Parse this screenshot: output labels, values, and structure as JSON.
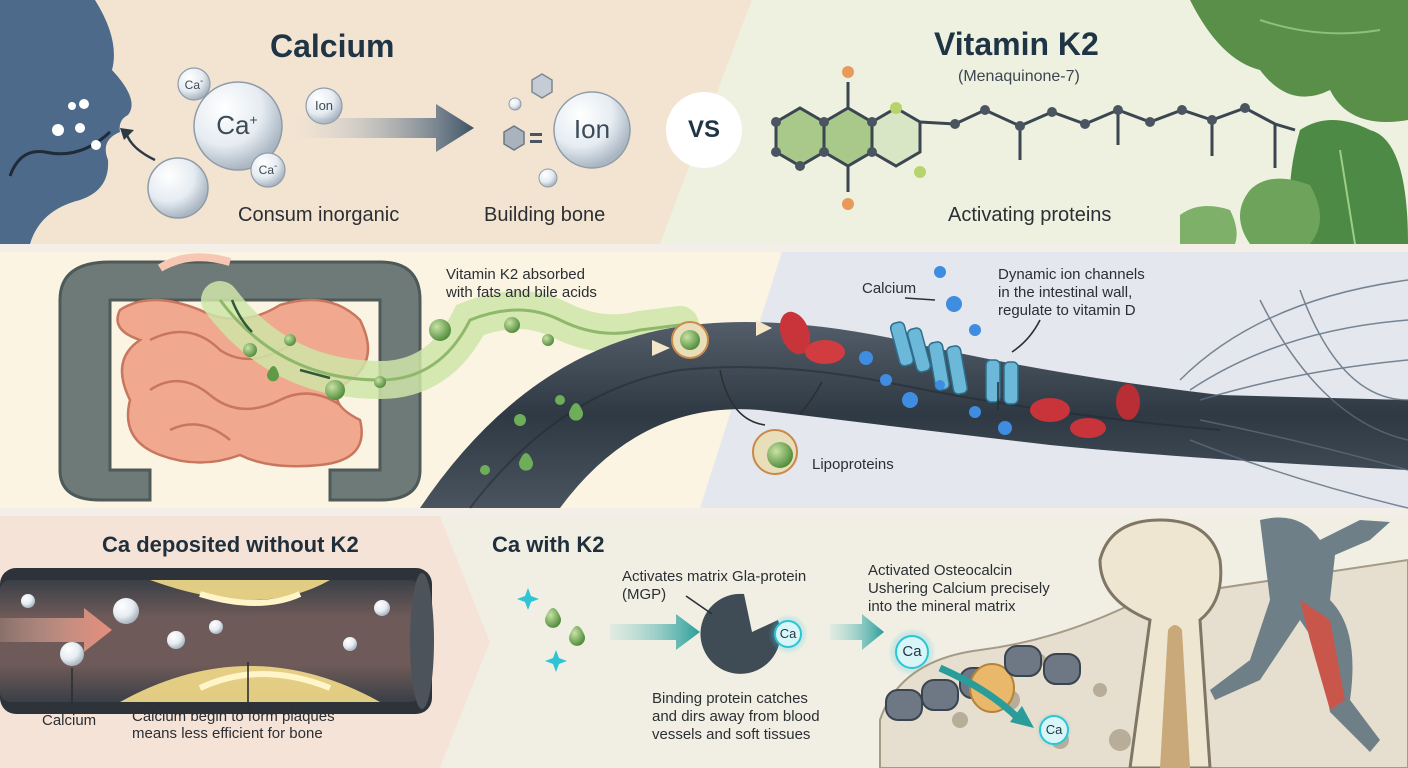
{
  "calcium_panel": {
    "title": "Calcium",
    "ions": [
      "Ca",
      "Ca",
      "Ca",
      "Ion",
      "Ion"
    ],
    "ion_charges": [
      "-",
      "+",
      "-"
    ],
    "label_left": "Consum inorganic",
    "label_right": "Building bone"
  },
  "vs_label": "VS",
  "k2_panel": {
    "title": "Vitamin K2",
    "subtitle": "(Menaquinone-7)",
    "label": "Activating proteins"
  },
  "absorption_panel": {
    "k2_absorption": "Vitamin K2 absorbed\nwith fats and bile acids",
    "calcium": "Calcium",
    "ion_channels": "Dynamic ion channels\nin the intestinal wall,\nregulate to vitamin D",
    "lipoproteins": "Lipoproteins"
  },
  "without_k2_panel": {
    "title": "Ca deposited without K2",
    "calcium": "Calcium",
    "plaques": "Calcium begin to form plaques\nmeans less efficient for bone"
  },
  "with_k2_panel": {
    "title": "Ca with K2",
    "mgp": "Activates matrix Gla-protein\n(MGP)",
    "binding": "Binding protein catches\nand dirs away from blood\nvessels and soft tissues",
    "osteocalcin": "Activated Osteocalcin\nUshering Calcium precisely\ninto the mineral matrix",
    "ca_token": "Ca"
  },
  "colors": {
    "calcium_bg": "#f3e4d2",
    "k2_bg": "#eef1e0",
    "gut_bg": "#fbf4e3",
    "vessel_bg": "#e4e7ee",
    "without_bg": "#f6e3d7",
    "with_bg": "#f1efe4",
    "title": "#1f3445",
    "k2_green": "#8fb06b",
    "cyan": "#2ec4d6",
    "blood_red": "#c9343a"
  }
}
